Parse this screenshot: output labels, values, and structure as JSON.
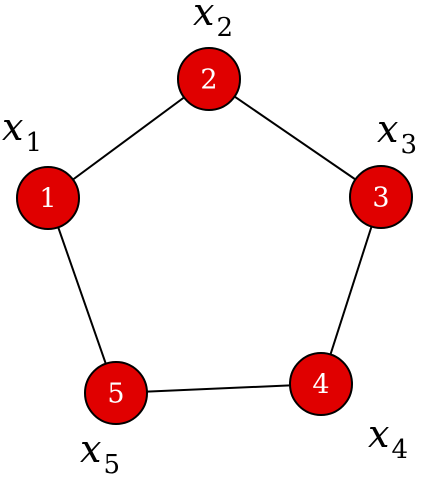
{
  "colors": {
    "node_fill": "#e00000",
    "node_stroke": "#000000",
    "edge": "#000000",
    "node_text": "#ffffff",
    "label_text": "#000000"
  },
  "nodes": [
    {
      "id": "1",
      "label": "1",
      "var": "x",
      "sub": "1"
    },
    {
      "id": "2",
      "label": "2",
      "var": "x",
      "sub": "2"
    },
    {
      "id": "3",
      "label": "3",
      "var": "x",
      "sub": "3"
    },
    {
      "id": "4",
      "label": "4",
      "var": "x",
      "sub": "4"
    },
    {
      "id": "5",
      "label": "5",
      "var": "x",
      "sub": "5"
    }
  ],
  "edges": [
    [
      "1",
      "2"
    ],
    [
      "2",
      "3"
    ],
    [
      "3",
      "4"
    ],
    [
      "4",
      "5"
    ],
    [
      "5",
      "1"
    ]
  ]
}
